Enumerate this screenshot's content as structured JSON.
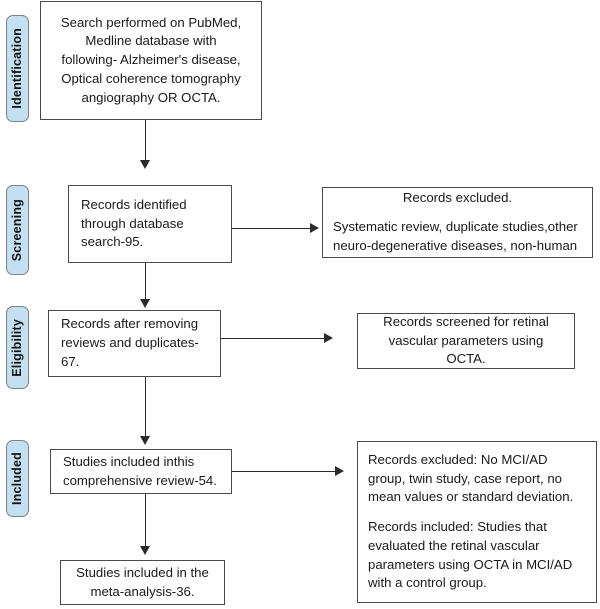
{
  "diagram": {
    "title": "PRISMA study selection flow diagram",
    "accent_color": "#c3e0f2",
    "border_color": "#4a4a4a",
    "connector_color": "#2b2b2b"
  },
  "stages": [
    {
      "label": "Identification"
    },
    {
      "label": "Screening"
    },
    {
      "label": "Eligibility"
    },
    {
      "label": "Included"
    }
  ],
  "boxes": {
    "search_strategy": {
      "line1": "Search performed on PubMed,",
      "line2": "Medline database with",
      "line3": "following- Alzheimer's disease,",
      "line4": "Optical coherence tomography",
      "line5": "angiography OR OCTA."
    },
    "records_identified": {
      "line1": "Records identified",
      "line2": "through database",
      "line3": "search-95."
    },
    "records_excluded_screening": {
      "heading": "Records excluded.",
      "line1": "Systematic review, duplicate studies,other",
      "line2": "neuro-degenerative diseases, non-human"
    },
    "records_after_removal": {
      "line1": "Records after removing",
      "line2": "reviews and duplicates-",
      "line3": "67."
    },
    "records_screened": {
      "line1": "Records screened for retinal",
      "line2": "vascular parameters using OCTA."
    },
    "studies_included_review": {
      "line1": "Studies included inthis",
      "line2": "comprehensive review-54."
    },
    "records_excluded_included": {
      "para1": "Records excluded: No MCI/AD group, twin study, case report, no mean values or standard deviation.",
      "para2": "Records included: Studies that evaluated the retinal vascular parameters using OCTA in MCI/AD with a control group."
    },
    "studies_meta_analysis": {
      "line1": "Studies included in the",
      "line2": "meta-analysis-36."
    }
  },
  "counts": {
    "records_identified": 95,
    "records_after_removal": 67,
    "studies_in_review": 54,
    "studies_in_meta_analysis": 36
  }
}
